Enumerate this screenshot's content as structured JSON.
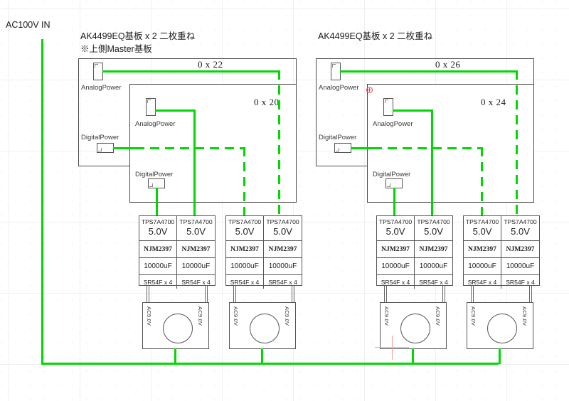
{
  "diagram": {
    "ac_input_label": "AC100V IN",
    "groups": [
      {
        "title_line1": "AK4499EQ基板 x 2 二枚重ね",
        "title_line2": "※上側Master基板",
        "back_board_addr": "0 x 22",
        "front_board_addr": "0 x 20",
        "back_board_ports": {
          "analog": "AnalogPower",
          "digital": "DigitalPower"
        },
        "front_board_ports": {
          "analog": "AnalogPower",
          "digital": "DigitalPower"
        }
      },
      {
        "title_line1": "AK4499EQ基板 x 2 二枚重ね",
        "title_line2": "",
        "back_board_addr": "0 x 26",
        "front_board_addr": "0 x 24",
        "back_board_ports": {
          "analog": "AnalogPower",
          "digital": "DigitalPower"
        },
        "front_board_ports": {
          "analog": "AnalogPower",
          "digital": "DigitalPower"
        }
      }
    ],
    "psu": {
      "regulator": "TPS7A4700",
      "voltage": "5.0V",
      "opamp": "NJM2397",
      "capacitor": "10000uF",
      "rectifier": "SR54F x 4"
    },
    "transformer": {
      "tap_left": "AC9.0V",
      "tap_right": "AC9.0V"
    },
    "colors": {
      "wire": "#00d900",
      "outline": "#4a4a4a",
      "marker": "#e04a4a"
    }
  }
}
